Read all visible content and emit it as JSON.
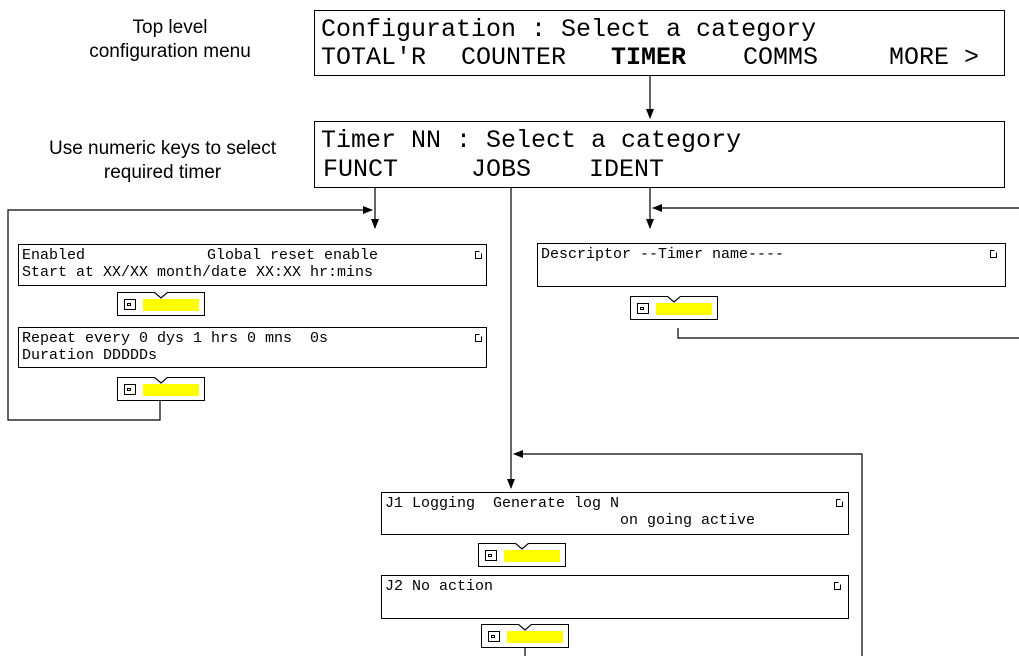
{
  "captions": {
    "top_menu": [
      "Top level",
      "configuration menu"
    ],
    "timer_select": [
      "Use numeric keys to select",
      "required timer"
    ]
  },
  "config_screen": {
    "title": "Configuration : Select a category",
    "items": [
      "TOTAL'R",
      "COUNTER",
      "TIMER",
      "COMMS",
      "MORE >"
    ],
    "highlighted": "TIMER"
  },
  "timer_screen": {
    "title": "Timer NN : Select a category",
    "items": [
      "FUNCT",
      "JOBS",
      "IDENT"
    ]
  },
  "funct_screens": [
    {
      "line1_left": "Enabled",
      "line1_right": "Global reset enable",
      "line2": "Start at XX/XX month/date XX:XX hr:mins"
    },
    {
      "line1": "Repeat every 0 dys 1 hrs 0 mns  0s",
      "line2": "Duration DDDDDs"
    }
  ],
  "ident_screen": {
    "line1": "Descriptor --Timer name----"
  },
  "jobs_screens": [
    {
      "line1": "J1 Logging  Generate log N",
      "line2": "on going active"
    },
    {
      "line1": "J2 No action"
    }
  ],
  "icons": {
    "page": "page-icon",
    "keypad": "keypad-icon"
  },
  "colors": {
    "highlight": "#ffff00",
    "lines": "#000000"
  }
}
